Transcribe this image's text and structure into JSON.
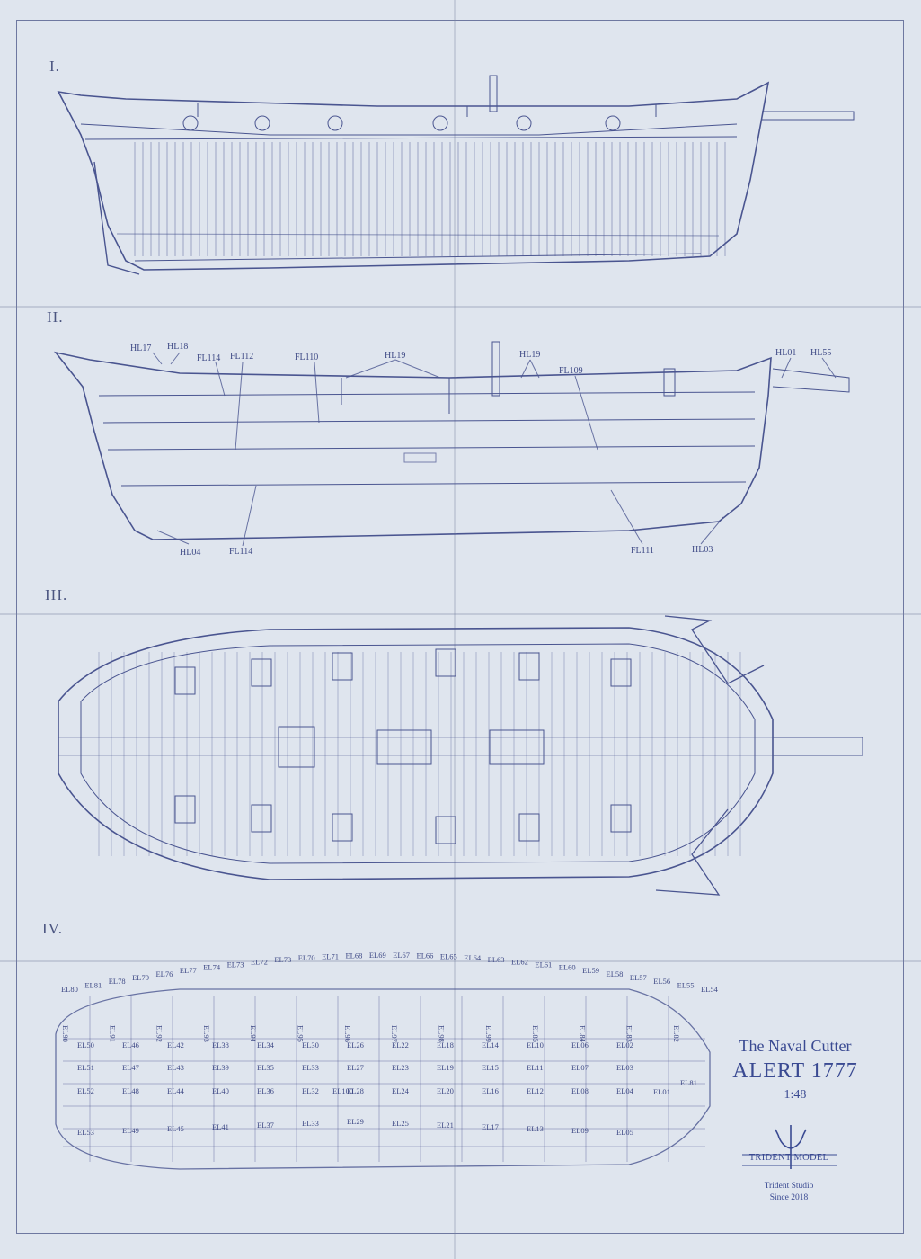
{
  "sections": [
    {
      "numeral": "I."
    },
    {
      "numeral": "II."
    },
    {
      "numeral": "III."
    },
    {
      "numeral": "IV."
    }
  ],
  "section2_labels": {
    "hl17": "HL17",
    "hl18": "HL18",
    "fl114_top": "FL114",
    "fl112": "FL112",
    "fl110": "FL110",
    "hl19_a": "HL19",
    "hl19_b": "HL19",
    "fl109": "FL109",
    "hl01": "HL01",
    "hl55": "HL55",
    "hl04": "HL04",
    "fl114_bottom": "FL114",
    "fl111": "FL111",
    "hl03": "HL03"
  },
  "section4_labels": {
    "row_top": [
      "EL80",
      "EL81",
      "EL78",
      "EL79",
      "EL76",
      "EL77",
      "EL74",
      "EL73",
      "EL72",
      "EL73",
      "EL70",
      "EL71",
      "EL68",
      "EL69",
      "EL67",
      "EL66",
      "EL65",
      "EL64",
      "EL63",
      "EL62",
      "EL61",
      "EL60",
      "EL59",
      "EL58",
      "EL57",
      "EL56",
      "EL55",
      "EL54"
    ],
    "row_1": [
      "EL50",
      "EL46",
      "EL42",
      "EL38",
      "EL34",
      "EL30",
      "EL26",
      "EL22",
      "EL18",
      "EL14",
      "EL10",
      "EL06",
      "EL02"
    ],
    "row_2": [
      "EL51",
      "EL47",
      "EL43",
      "EL39",
      "EL35",
      "EL33",
      "EL27",
      "EL23",
      "EL19",
      "EL15",
      "EL11",
      "EL07",
      "EL03"
    ],
    "row_3": [
      "EL52",
      "EL48",
      "EL44",
      "EL40",
      "EL36",
      "EL32",
      "EL28",
      "EL24",
      "EL20",
      "EL16",
      "EL12",
      "EL08",
      "EL04"
    ],
    "row_4": [
      "EL53",
      "EL49",
      "EL45",
      "EL41",
      "EL37",
      "EL33",
      "EL29",
      "EL25",
      "EL21",
      "EL17",
      "EL13",
      "EL09",
      "EL05"
    ],
    "verticals": [
      "EL90",
      "EL91",
      "EL92",
      "EL93",
      "EL94",
      "EL95",
      "EL96",
      "EL97",
      "EL98",
      "EL99",
      "EL85",
      "EL84",
      "EL83",
      "EL82"
    ],
    "center": "EL100",
    "bow": [
      "EL01",
      "EL81"
    ]
  },
  "title": {
    "line1": "The Naval Cutter",
    "line2": "ALERT 1777",
    "scale": "1:48",
    "logo_text": "TRIDENT MODEL",
    "studio": "Trident Studio",
    "since": "Since 2018"
  },
  "colors": {
    "paper": "#dfe5ee",
    "ink": "#4a5590",
    "title_ink": "#3a4a92"
  }
}
